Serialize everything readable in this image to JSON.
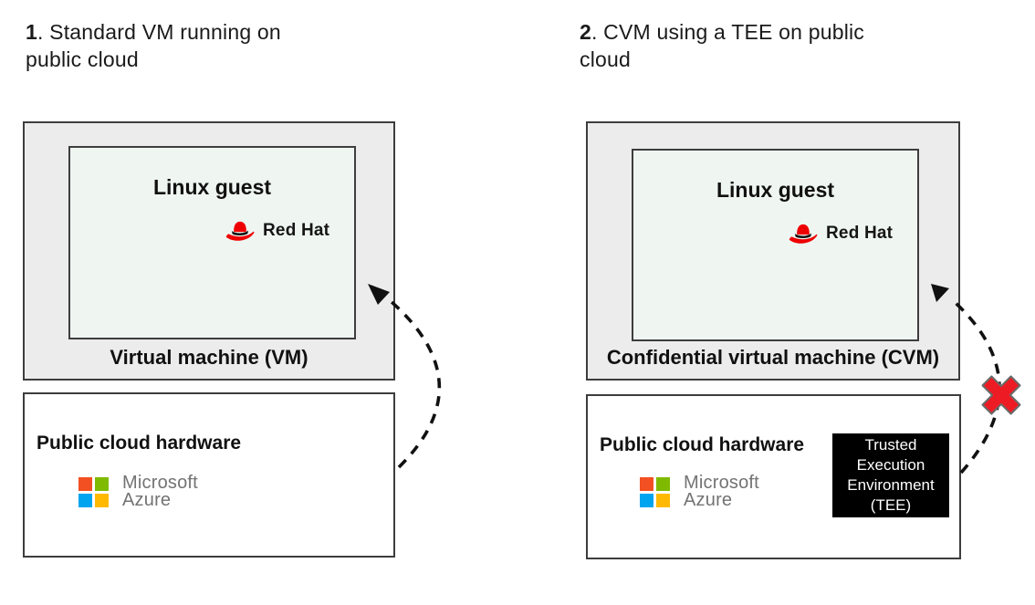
{
  "colors": {
    "redhat_red": "#ee0000",
    "ms_red": "#f25022",
    "ms_green": "#7fba00",
    "ms_blue": "#00a4ef",
    "ms_yellow": "#ffb900",
    "ms_gray": "#737373",
    "x_red": "#ed1c24",
    "vm_fill": "#ececec",
    "guest_fill": "#eff6f2",
    "border_dark": "#3d3d3d",
    "tee_bg": "#000000",
    "tee_text": "#ffffff"
  },
  "panel1": {
    "title_number": "1",
    "title_rest": ". Standard VM running on public cloud",
    "guest_label": "Linux guest",
    "vm_label": "Virtual machine (VM)",
    "hw_label": "Public cloud hardware"
  },
  "panel2": {
    "title_number": "2",
    "title_rest": ". CVM using a TEE on public cloud",
    "guest_label": "Linux guest",
    "vm_label": "Confidential virtual machine (CVM)",
    "hw_label": "Public cloud hardware",
    "tee_line1": "Trusted",
    "tee_line2": "Execution",
    "tee_line3": "Environment",
    "tee_line4": "(TEE)"
  },
  "logos": {
    "redhat": "Red Hat",
    "microsoft": "Microsoft",
    "azure": "Azure"
  }
}
